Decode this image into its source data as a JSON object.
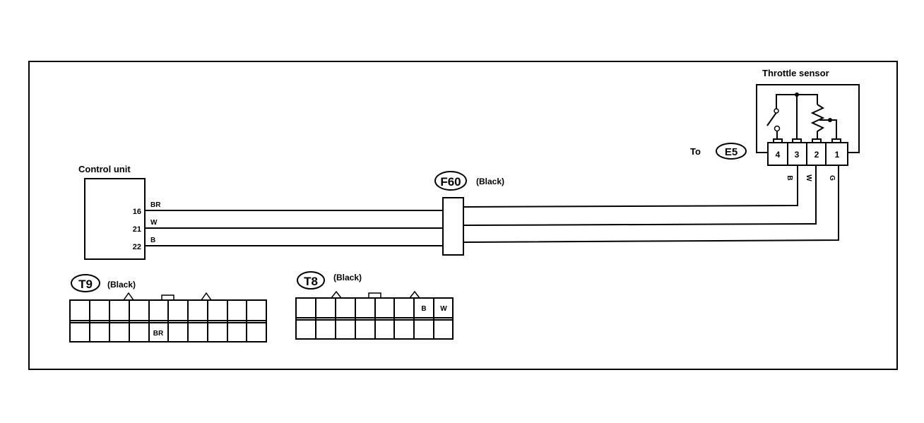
{
  "diagram": {
    "throttle_sensor": {
      "title": "Throttle sensor",
      "pins": [
        "4",
        "3",
        "2",
        "1"
      ],
      "wire_colors": [
        "B",
        "W",
        "G"
      ],
      "to_label": "To",
      "to_connector": "E5"
    },
    "control_unit": {
      "title": "Control unit",
      "pins": [
        "16",
        "21",
        "22"
      ],
      "wire_colors": [
        "BR",
        "W",
        "B"
      ]
    },
    "f60": {
      "id": "F60",
      "color_label": "(Black)"
    },
    "t9": {
      "id": "T9",
      "color_label": "(Black)",
      "top_row": [
        "",
        "",
        "",
        "",
        "",
        "",
        "",
        "",
        "",
        ""
      ],
      "bottom_row": [
        "",
        "",
        "",
        "",
        "BR",
        "",
        "",
        "",
        "",
        ""
      ]
    },
    "t8": {
      "id": "T8",
      "color_label": "(Black)",
      "top_row": [
        "",
        "",
        "",
        "",
        "",
        "",
        "B",
        "W"
      ],
      "bottom_row": [
        "",
        "",
        "",
        "",
        "",
        "",
        "",
        ""
      ]
    }
  }
}
